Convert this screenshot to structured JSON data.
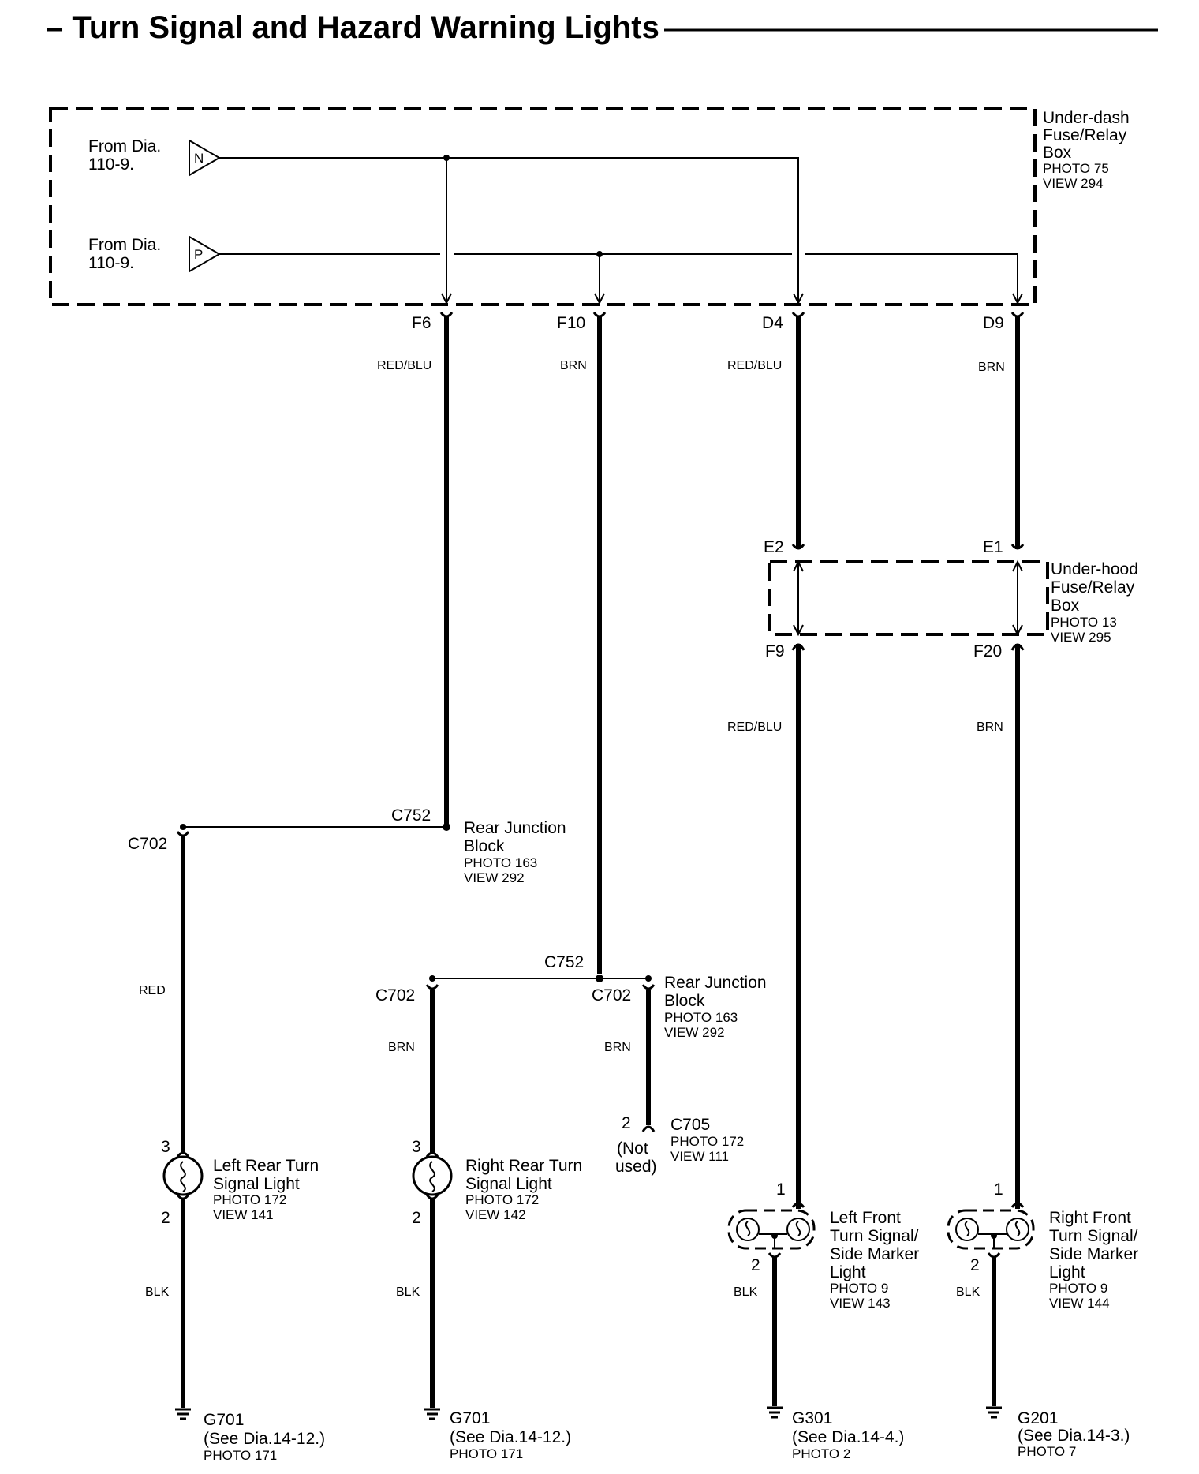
{
  "title": "– Turn Signal and Hazard Warning Lights",
  "under_dash": {
    "name": [
      "Under-dash",
      "Fuse/Relay",
      "Box"
    ],
    "photo": "PHOTO 75",
    "view": "VIEW 294",
    "input_n": {
      "line1": "From Dia.",
      "line2": "110-9.",
      "tag": "N"
    },
    "input_p": {
      "line1": "From Dia.",
      "line2": "110-9.",
      "tag": "P"
    }
  },
  "under_hood": {
    "name": [
      "Under-hood",
      "Fuse/Relay",
      "Box"
    ],
    "photo": "PHOTO 13",
    "view": "VIEW 295"
  },
  "terminals": {
    "f6": "F6",
    "f10": "F10",
    "d4": "D4",
    "d9": "D9",
    "e2": "E2",
    "e1": "E1",
    "f9": "F9",
    "f20": "F20"
  },
  "wires": {
    "w_f6": "RED/BLU",
    "w_f10": "BRN",
    "w_d4": "RED/BLU",
    "w_d9": "BRN",
    "w_f9": "RED/BLU",
    "w_f20": "BRN",
    "w_red": "RED",
    "w_brn_right_rear": "BRN",
    "w_brn_c705": "BRN",
    "w_blk_1": "BLK",
    "w_blk_2": "BLK",
    "w_blk_3": "BLK",
    "w_blk_4": "BLK"
  },
  "rear_junction_1": {
    "connector": "C752",
    "branch": "C702",
    "name": [
      "Rear Junction",
      "Block"
    ],
    "photo": "PHOTO 163",
    "view": "VIEW 292"
  },
  "rear_junction_2": {
    "connector": "C752",
    "branch_left": "C702",
    "branch_right": "C702",
    "name": [
      "Rear Junction",
      "Block"
    ],
    "photo": "PHOTO 163",
    "view": "VIEW 292"
  },
  "c705": {
    "pin": "2",
    "note": [
      "(Not",
      "used)"
    ],
    "name": "C705",
    "photo": "PHOTO 172",
    "view": "VIEW 111"
  },
  "left_rear_light": {
    "pin_top": "3",
    "pin_bottom": "2",
    "name": [
      "Left Rear Turn",
      "Signal Light"
    ],
    "photo": "PHOTO 172",
    "view": "VIEW 141"
  },
  "right_rear_light": {
    "pin_top": "3",
    "pin_bottom": "2",
    "name": [
      "Right Rear Turn",
      "Signal Light"
    ],
    "photo": "PHOTO 172",
    "view": "VIEW 142"
  },
  "left_front_light": {
    "pin_top": "1",
    "pin_bottom": "2",
    "name": [
      "Left Front",
      "Turn Signal/",
      "Side Marker",
      "Light"
    ],
    "photo": "PHOTO 9",
    "view": "VIEW 143"
  },
  "right_front_light": {
    "pin_top": "1",
    "pin_bottom": "2",
    "name": [
      "Right Front",
      "Turn Signal/",
      "Side Marker",
      "Light"
    ],
    "photo": "PHOTO 9",
    "view": "VIEW 144"
  },
  "grounds": {
    "g1": {
      "name": "G701",
      "ref": "(See Dia.14-12.)",
      "photo": "PHOTO 171"
    },
    "g2": {
      "name": "G701",
      "ref": "(See Dia.14-12.)",
      "photo": "PHOTO 171"
    },
    "g3": {
      "name": "G301",
      "ref": "(See Dia.14-4.)",
      "photo": "PHOTO 2"
    },
    "g4": {
      "name": "G201",
      "ref": "(See Dia.14-3.)",
      "photo": "PHOTO 7"
    }
  }
}
